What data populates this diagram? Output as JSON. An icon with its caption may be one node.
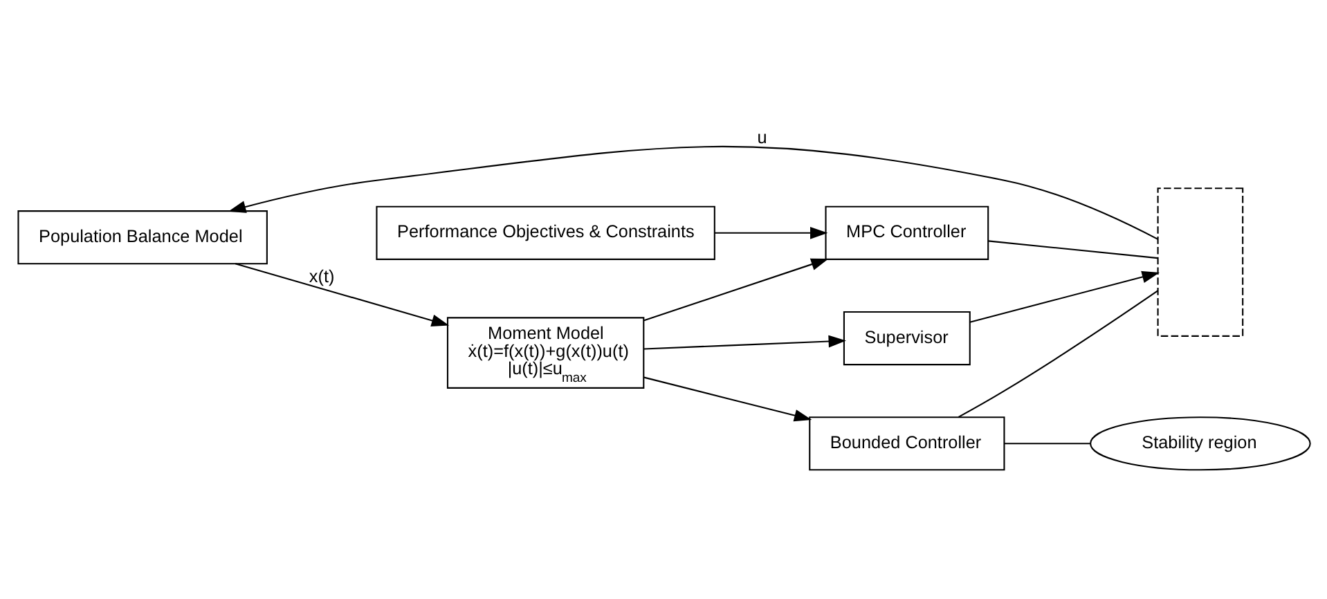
{
  "diagram": {
    "nodes": [
      {
        "text": [
          "Population Balance Model"
        ]
      },
      {
        "text": [
          "Performance Objectives & Constraints"
        ]
      },
      {
        "text": [
          "MPC Controller"
        ]
      },
      {
        "text": [],
        "shape": "box"
      },
      {
        "text": [
          "Moment Model",
          "ẋ(t)=f(x(t))+g(x(t))u(t)",
          "|u(t)|≤u$_{max}$"
        ]
      },
      {
        "text": [
          "Bounded Controller"
        ]
      },
      {
        "text": [
          "Stability region"
        ]
      },
      {
        "text": [
          "Supervisor"
        ]
      }
    ],
    "edges": [
      {
        "from": 3,
        "to": 0,
        "arrow": "to",
        "label": "u"
      },
      {
        "from": 0,
        "to": 4,
        "arrow": "to",
        "label": "x(t)"
      },
      {
        "from": 1,
        "to": 2,
        "arrow": "to"
      },
      {
        "from": 4,
        "to": 2,
        "arrow": "to"
      },
      {
        "from": 4,
        "to": 5,
        "arrow": "to"
      },
      {
        "from": 2,
        "to": 3,
        "arrow": "none"
      },
      {
        "from": 5,
        "to": 3,
        "arrow": "none"
      },
      {
        "from": 5,
        "to": 6,
        "arrow": "none"
      },
      {
        "from": 4,
        "to": 7,
        "arrow": "to"
      },
      {
        "from": 7,
        "to": 3,
        "arrow": "to"
      }
    ]
  }
}
